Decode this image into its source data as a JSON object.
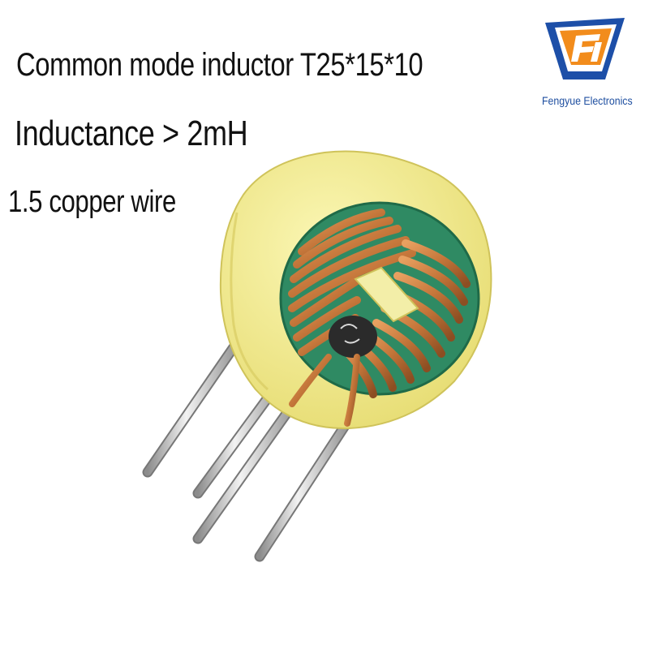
{
  "headline": {
    "line1": "Common mode inductor T25*15*10",
    "line2": "Inductance > 2mH",
    "line3": "1.5 copper wire"
  },
  "logo": {
    "company_name": "Fengyue Electronics",
    "icon": "fengyue-logo-icon"
  },
  "product": {
    "icon": "toroidal-inductor-photo",
    "colors": {
      "tape": "#f1ea8a",
      "core": "#2f8a63",
      "copper": "#c9793a",
      "pins": "#bdbdbd"
    }
  }
}
